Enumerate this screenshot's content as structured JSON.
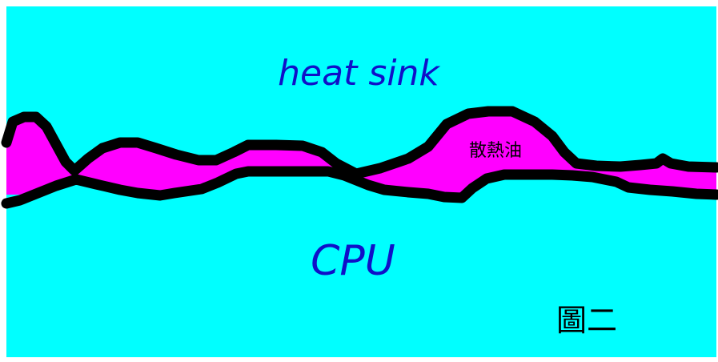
{
  "diagram": {
    "labels": {
      "heat_sink": "heat sink",
      "cpu": "CPU",
      "thermal_paste": "散熱油",
      "figure_caption": "圖二"
    },
    "colors": {
      "background": "#00ffff",
      "paste": "#ff00ff",
      "outline": "#000000",
      "english_text": "#1010c8",
      "chinese_text": "#000000",
      "border": "#ffffff"
    }
  }
}
